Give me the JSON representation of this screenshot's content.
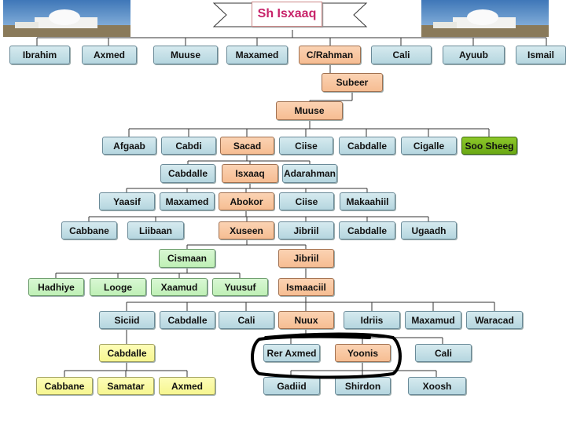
{
  "title": "Sh Isxaaq",
  "nodes": {
    "r1": [
      "Ibrahim",
      "Axmed",
      "Muuse",
      "Maxamed",
      "C/Rahman",
      "Cali",
      "Ayuub",
      "Ismail"
    ],
    "subeer": "Subeer",
    "muuse2": "Muuse",
    "r4": [
      "Afgaab",
      "Cabdi",
      "Sacad",
      "Ciise",
      "Cabdalle",
      "Cigalle",
      "Soo Sheeg"
    ],
    "r5": [
      "Cabdalle",
      "Isxaaq",
      "Adarahman"
    ],
    "r6": [
      "Yaasif",
      "Maxamed",
      "Abokor",
      "Ciise",
      "Makaahiil"
    ],
    "r7": [
      "Cabbane",
      "Liibaan",
      "Xuseen",
      "Jibriil",
      "Cabdalle",
      "Ugaadh"
    ],
    "r8": [
      "Cismaan",
      "Jibriil"
    ],
    "r9": [
      "Hadhiye",
      "Looge",
      "Xaamud",
      "Yuusuf",
      "Ismaaciil"
    ],
    "r10": [
      "Siciid",
      "Cabdalle",
      "Cali",
      "Nuux",
      "Idriis",
      "Maxamud",
      "Waracad"
    ],
    "r11": [
      "Cabdalle",
      "Rer Axmed",
      "Yoonis",
      "Cali"
    ],
    "r12": [
      "Cabbane",
      "Samatar",
      "Axmed",
      "Gadiid",
      "Shirdon",
      "Xoosh"
    ]
  },
  "colors": {
    "blue": "#c6e0e8",
    "peach": "#f8c8a2",
    "green": "#ccf4c6",
    "yellow": "#fafaa4",
    "lime": "#7ab820",
    "title_text": "#c8246a"
  }
}
